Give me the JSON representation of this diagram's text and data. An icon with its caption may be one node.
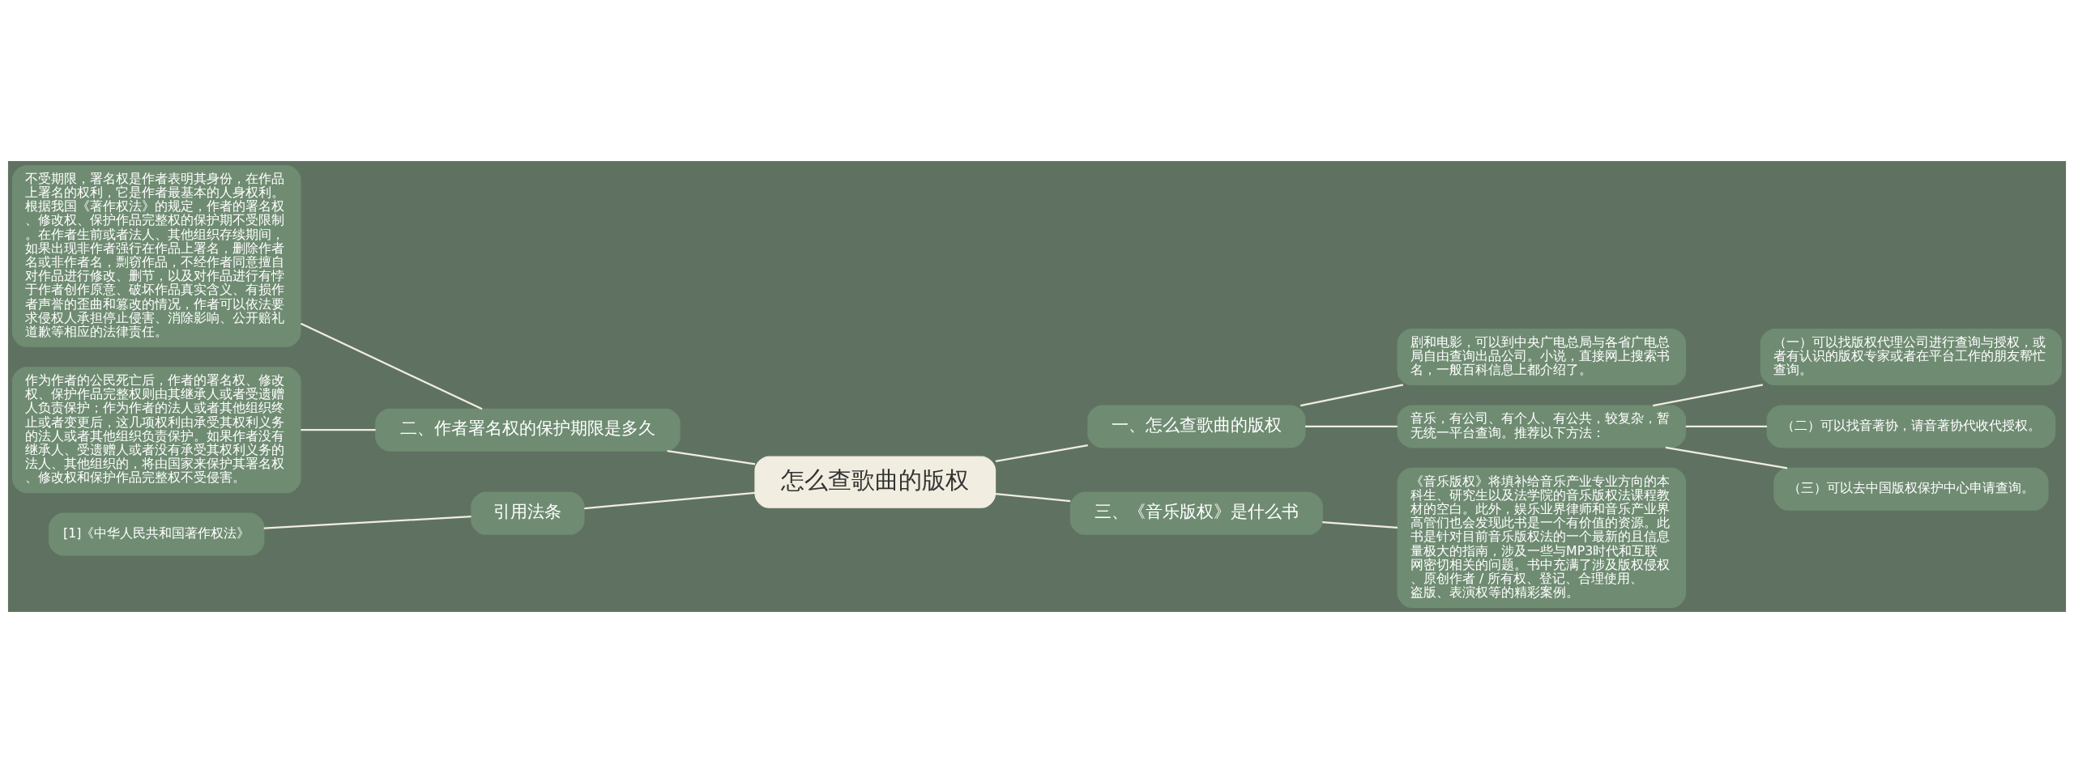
{
  "diagram": {
    "nodes": [
      {
        "text": [
          "怎么查歌曲的版权"
        ]
      },
      {
        "text": [
          "一、怎么查歌曲的版权"
        ]
      },
      {
        "text": [
          "剧和电影，可以到中央广电总局与各省广电总局自由查询出品公司。小说，直接网上搜索书名，一般百科信息上都介绍了。"
        ]
      },
      {
        "text": [
          "音乐，有公司、有个人、有公共，较复杂，暂无统一平台查询。推荐以下方法："
        ]
      },
      {
        "text": [
          "（一）可以找版权代理公司进行查询与授权，或者有认识的版权专家或者在平台工作的朋友帮忙查询。"
        ]
      },
      {
        "text": [
          "（二）可以找音著协，请音著协代收代授权。"
        ]
      },
      {
        "text": [
          "（三）可以去中国版权保护中心申请查询。"
        ]
      },
      {
        "text": [
          "三、《音乐版权》是什么书"
        ]
      },
      {
        "text": [
          "《音乐版权》将填补给音乐产业专业方向的本科生、研究生以及法学院的音乐版权法课程教材的空白。此外，娱乐业界律师和音乐产业界高管们也会发现此书是一个有价值的资源。此书是针对目前音乐版权法的一个最新的且信息量极大的指南，涉及一些与MP3时代和互联网密切相关的问题。书中充满了涉及版权侵权、原创作者 / 所有权、登记、合理使用、盗版、表演权等的精彩案例。"
        ]
      },
      {
        "text": [
          "二、作者署名权的保护期限是多久"
        ]
      },
      {
        "text": [
          "不受期限，署名权是作者表明其身份，在作品上署名的权利，它是作者最基本的人身权利。根据我国《著作权法》的规定，作者的署名权、修改权、保护作品完整权的保护期不受限制。在作者生前或者法人、其他组织存续期间，如果出现非作者强行在作品上署名，删除作者名或非作者名，剽窃作品，不经作者同意擅自对作品进行修改、删节，以及对作品进行有悖于作者创作原意、破坏作品真实含义、有损作者声誉的歪曲和篡改的情况，作者可以依法要求侵权人承担停止侵害、消除影响、公开赔礼道歉等相应的法律责任。"
        ]
      },
      {
        "text": [
          "作为作者的公民死亡后，作者的署名权、修改权、保护作品完整权则由其继承人或者受遗赠人负责保护；作为作者的法人或者其他组织终止或者变更后，这几项权利由承受其权利义务的法人或者其他组织负责保护。如果作者没有继承人、受遗赠人或者没有承受其权利义务的法人、其他组织的，将由国家来保护其署名权、修改权和保护作品完整权不受侵害。"
        ]
      },
      {
        "text": [
          "引用法条"
        ]
      },
      {
        "text": [
          "[1]《中华人民共和国著作权法》"
        ]
      }
    ],
    "edges": [
      {
        "from": 0,
        "to": 1,
        "arrow": "none"
      },
      {
        "from": 1,
        "to": 2,
        "arrow": "none"
      },
      {
        "from": 1,
        "to": 3,
        "arrow": "none"
      },
      {
        "from": 3,
        "to": 4,
        "arrow": "none"
      },
      {
        "from": 3,
        "to": 5,
        "arrow": "none"
      },
      {
        "from": 3,
        "to": 6,
        "arrow": "none"
      },
      {
        "from": 0,
        "to": 7,
        "arrow": "none"
      },
      {
        "from": 7,
        "to": 8,
        "arrow": "none"
      },
      {
        "from": 0,
        "to": 9,
        "arrow": "none"
      },
      {
        "from": 9,
        "to": 10,
        "arrow": "none"
      },
      {
        "from": 9,
        "to": 11,
        "arrow": "none"
      },
      {
        "from": 0,
        "to": 12,
        "arrow": "none"
      },
      {
        "from": 12,
        "to": 13,
        "arrow": "none"
      }
    ]
  }
}
